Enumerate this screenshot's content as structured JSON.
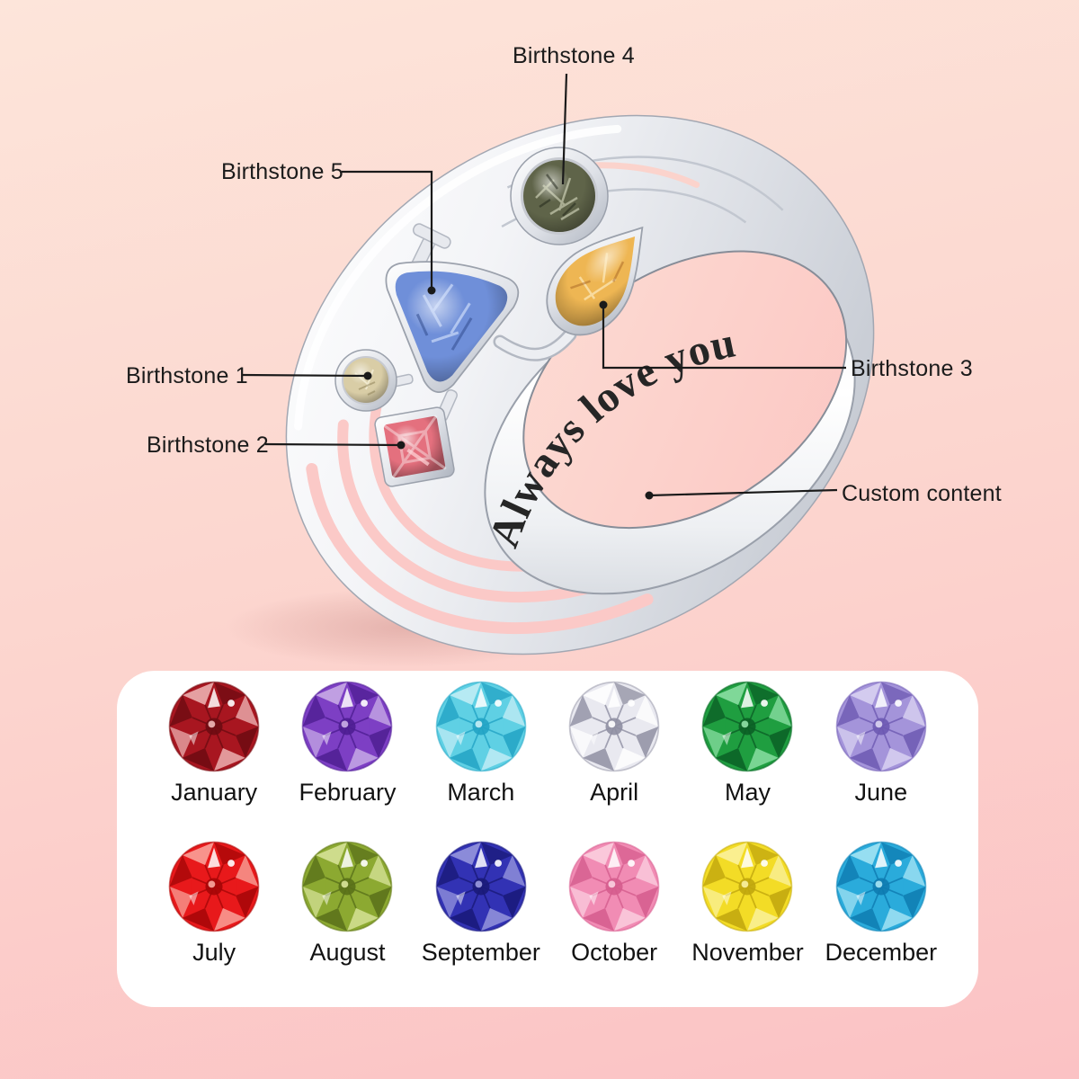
{
  "ring_diagram": {
    "labels": [
      {
        "id": "birthstone-1",
        "text": "Birthstone 1"
      },
      {
        "id": "birthstone-2",
        "text": "Birthstone 2"
      },
      {
        "id": "birthstone-3",
        "text": "Birthstone 3"
      },
      {
        "id": "birthstone-4",
        "text": "Birthstone 4"
      },
      {
        "id": "birthstone-5",
        "text": "Birthstone 5"
      }
    ],
    "engraving_label": "Custom content",
    "engraving_text": "Always love you",
    "stones": [
      {
        "name": "birthstone-1",
        "shape": "round",
        "color": "#d9cda6"
      },
      {
        "name": "birthstone-2",
        "shape": "princess",
        "color": "#e4707e"
      },
      {
        "name": "birthstone-3",
        "shape": "pear",
        "color": "#eeb653"
      },
      {
        "name": "birthstone-4",
        "shape": "round",
        "color": "#5f6449"
      },
      {
        "name": "birthstone-5",
        "shape": "trillion",
        "color": "#6f8fd9"
      }
    ],
    "metal_color": "#e9ebef"
  },
  "birthstone_chart": {
    "months": [
      {
        "label": "January",
        "light": "#f0b9b9",
        "main": "#a81620",
        "dark": "#6d0b12"
      },
      {
        "label": "February",
        "light": "#cbb0e8",
        "main": "#7d3fc4",
        "dark": "#4e1e92"
      },
      {
        "label": "March",
        "light": "#c6eef6",
        "main": "#5fd0e4",
        "dark": "#22a3c4"
      },
      {
        "label": "April",
        "light": "#ffffff",
        "main": "#e9e9f0",
        "dark": "#8f8fa2"
      },
      {
        "label": "May",
        "light": "#90e2a8",
        "main": "#1f9e40",
        "dark": "#0b5f26"
      },
      {
        "label": "June",
        "light": "#dcd5f2",
        "main": "#a494da",
        "dark": "#6d59b2"
      },
      {
        "label": "July",
        "light": "#faa9a0",
        "main": "#e8191b",
        "dark": "#a50607"
      },
      {
        "label": "August",
        "light": "#d9e59c",
        "main": "#8ca931",
        "dark": "#59701a"
      },
      {
        "label": "September",
        "light": "#9b9bdf",
        "main": "#3232b4",
        "dark": "#191978"
      },
      {
        "label": "October",
        "light": "#fbd2e1",
        "main": "#f18cb4",
        "dark": "#d55c8d"
      },
      {
        "label": "November",
        "light": "#faf2a2",
        "main": "#f3dc26",
        "dark": "#c0a60e"
      },
      {
        "label": "December",
        "light": "#a9e6f5",
        "main": "#2aabdb",
        "dark": "#0e7bb0"
      }
    ]
  },
  "theme": {
    "background_top": "#fde5da",
    "background_bottom": "#fbc2c4",
    "panel_background": "#ffffff",
    "label_color": "#1b1b1b",
    "leader_line_color": "#1a1a1a",
    "engraving_color": "#262626"
  }
}
